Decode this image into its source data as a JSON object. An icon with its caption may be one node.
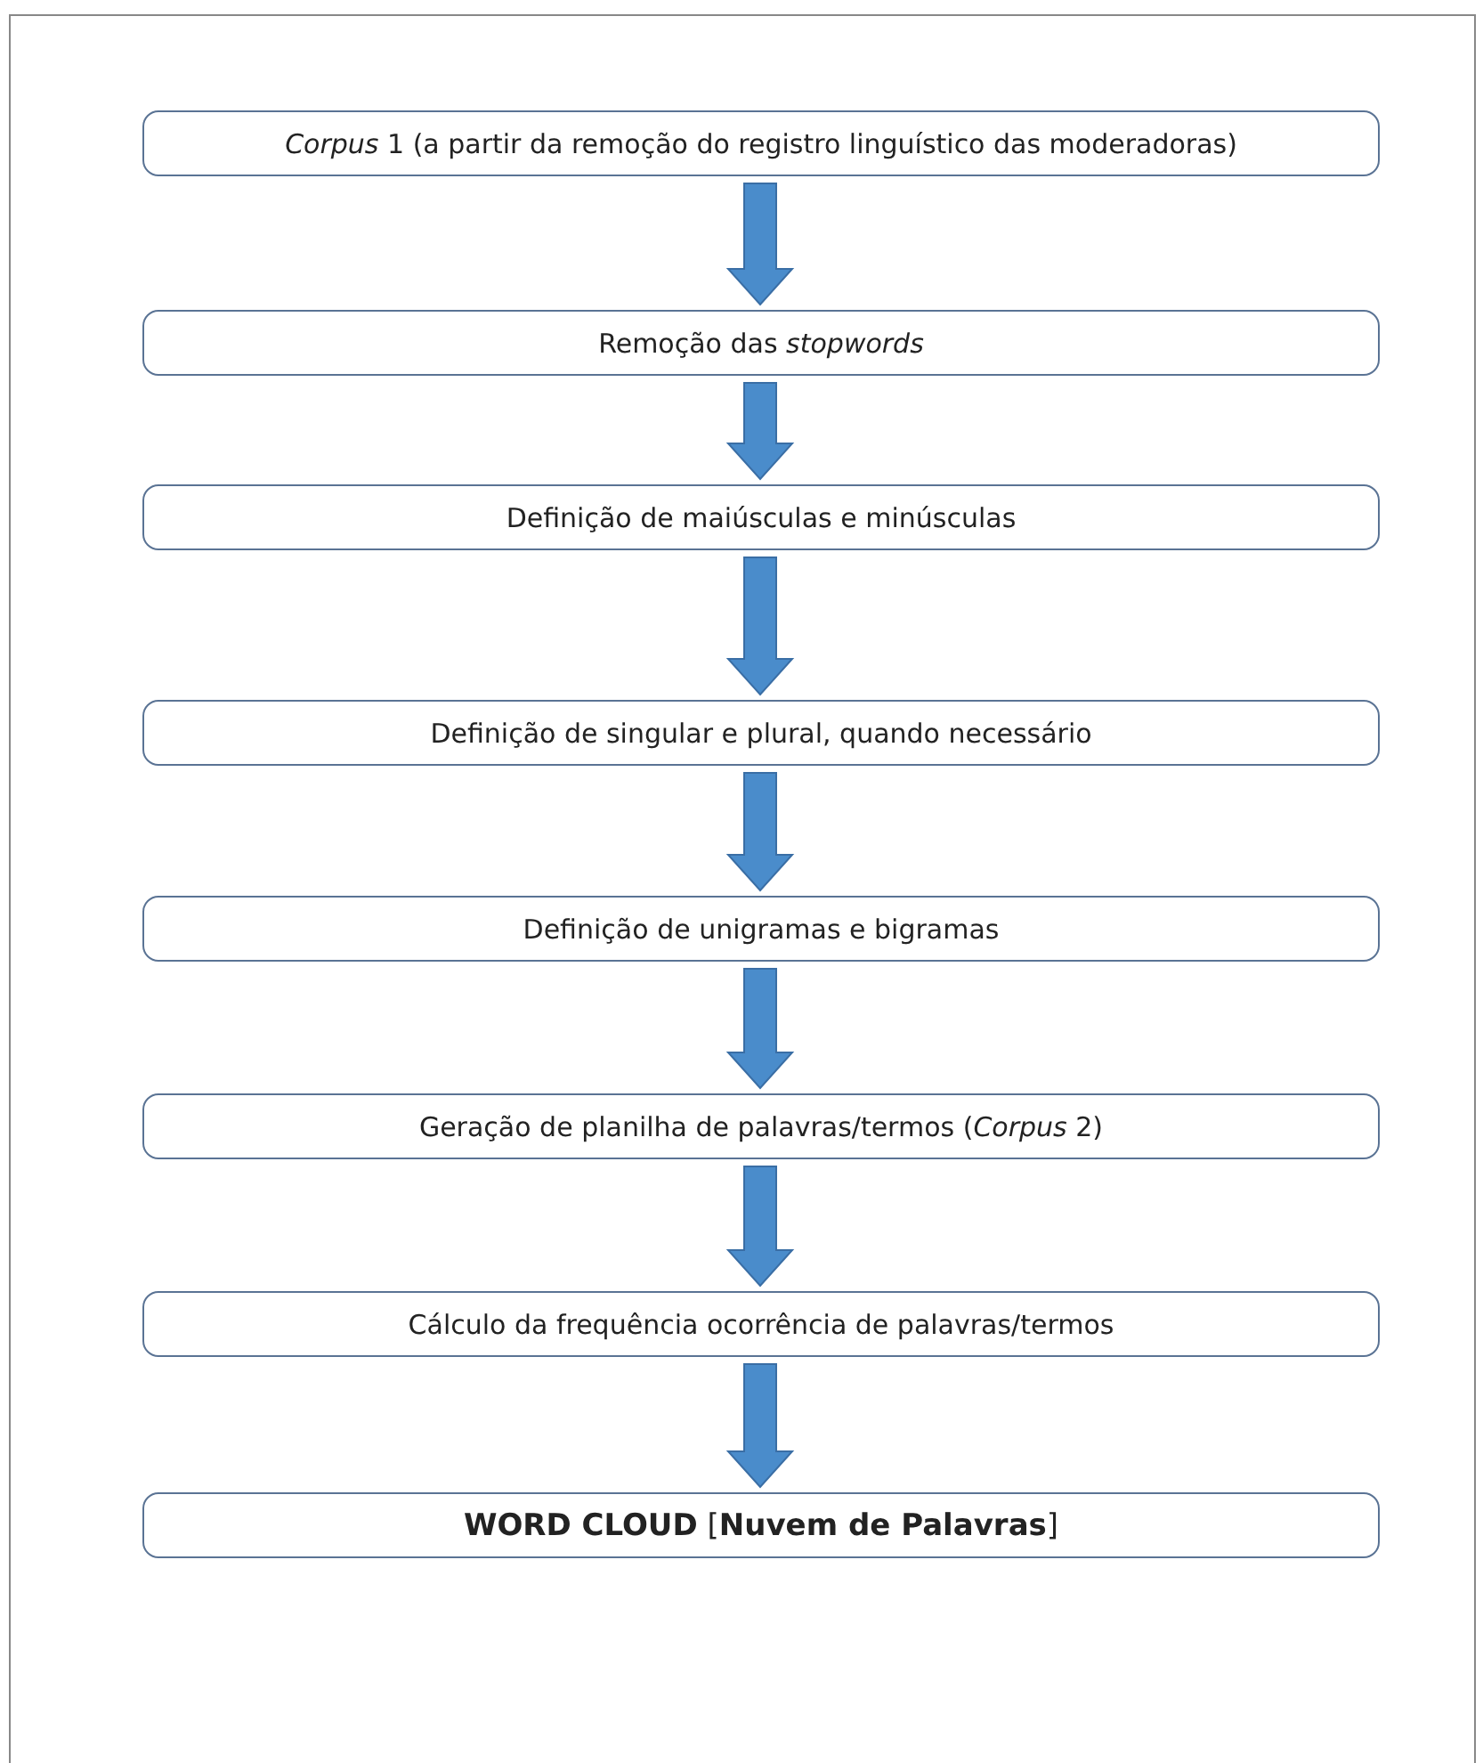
{
  "diagram": {
    "nodes": [
      {
        "text": [
          "*Corpus* 1 (a partir da remoção do registro linguístico das moderadoras)"
        ]
      },
      {
        "text": [
          "Remoção das *stopwords*"
        ]
      },
      {
        "text": [
          "Definição de maiúsculas e minúsculas"
        ]
      },
      {
        "text": [
          "Definição de singular e plural, quando necessário"
        ]
      },
      {
        "text": [
          "Definição de unigramas e bigramas"
        ]
      },
      {
        "text": [
          "Geração de planilha de palavras/termos (*Corpus* 2)"
        ]
      },
      {
        "text": [
          "Cálculo da frequência ocorrência de palavras/termos"
        ]
      },
      {
        "text": [
          "**WORD CLOUD** [**Nuvem de Palavras**]"
        ]
      }
    ],
    "edges": [
      {
        "from": 0,
        "to": 1,
        "arrow": "to"
      },
      {
        "from": 1,
        "to": 2,
        "arrow": "to"
      },
      {
        "from": 2,
        "to": 3,
        "arrow": "to"
      },
      {
        "from": 3,
        "to": 4,
        "arrow": "to"
      },
      {
        "from": 4,
        "to": 5,
        "arrow": "to"
      },
      {
        "from": 5,
        "to": 6,
        "arrow": "to"
      },
      {
        "from": 6,
        "to": 7,
        "arrow": "to"
      }
    ]
  }
}
